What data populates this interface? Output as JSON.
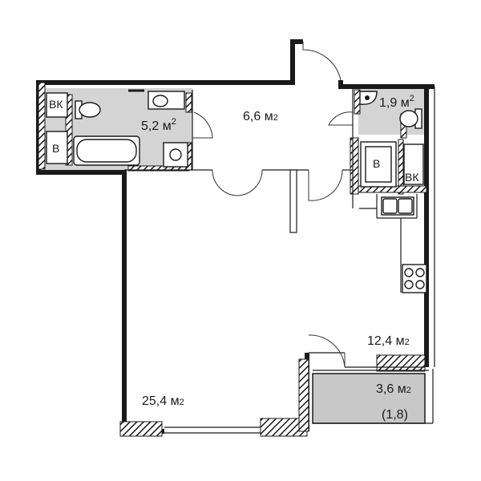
{
  "rooms": {
    "bathroom": {
      "area": "5,2 м",
      "sup": "2"
    },
    "hall": {
      "area": "6,6 м",
      "sub": "2"
    },
    "wc": {
      "area": "1,9 м",
      "sup": "2"
    },
    "kitchen": {
      "area": "12,4 м",
      "sub": "2"
    },
    "living": {
      "area": "25,4 м",
      "sub": "2"
    },
    "balcony": {
      "area": "3,6 м",
      "sub": "2",
      "coef": "(1,8)"
    }
  },
  "fixtures": {
    "bk_bath": "ВК",
    "b_bath": "В",
    "b_kitchen": "В",
    "bk_kitchen": "ВК"
  },
  "colors": {
    "wall": "#1a1a1a",
    "wet_zone": "#d4d4d4",
    "balcony": "#c8c8c8"
  }
}
